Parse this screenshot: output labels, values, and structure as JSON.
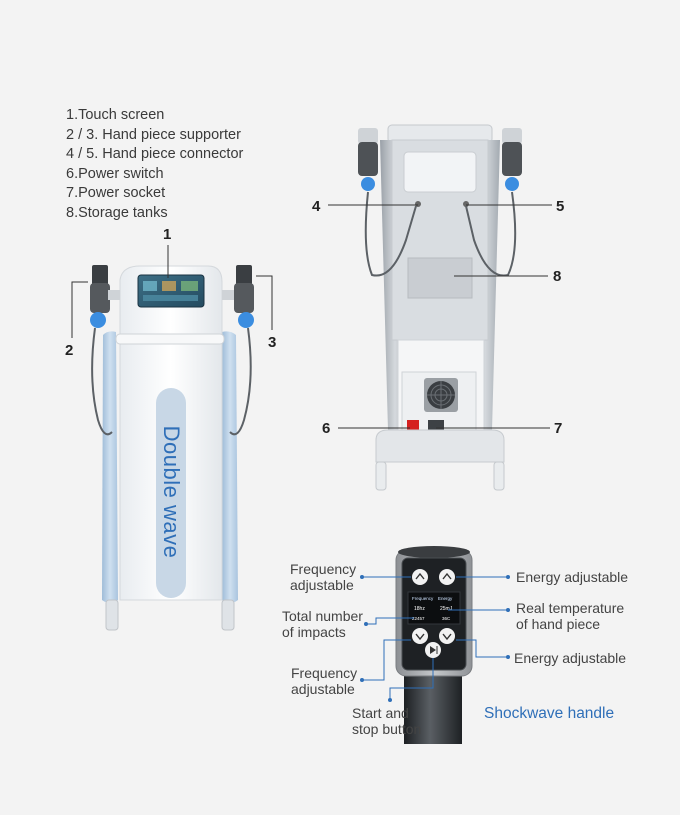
{
  "legend": [
    "1.Touch screen",
    "2 / 3. Hand piece supporter",
    "4 / 5. Hand piece connector",
    "6.Power switch",
    "7.Power socket",
    "8.Storage tanks"
  ],
  "callouts": {
    "n1": "1",
    "n2": "2",
    "n3": "3",
    "n4": "4",
    "n5": "5",
    "n6": "6",
    "n7": "7",
    "n8": "8"
  },
  "device_brand": "Double wave",
  "handle": {
    "title": "Shockwave handle",
    "freq_up_l1": "Frequency",
    "freq_up_l2": "adjustable",
    "total_l1": "Total number",
    "total_l2": "of impacts",
    "freq_down_l1": "Frequency",
    "freq_down_l2": "adjustable",
    "start_l1": "Start and",
    "start_l2": "stop button",
    "energy_up": "Energy adjustable",
    "temp_l1": "Real temperature",
    "temp_l2": "of hand piece",
    "energy_down": "Energy adjustable",
    "screen": {
      "h_left": "Frequency",
      "h_right": "Energy",
      "v_left": "18hz",
      "v_right": "25mJ",
      "b_left": "22457",
      "b_right": "36C"
    }
  },
  "colors": {
    "accent_blue": "#2f6fb8",
    "panel_blue": "#b9d0e6",
    "dot_blue": "#2f6fb8"
  }
}
